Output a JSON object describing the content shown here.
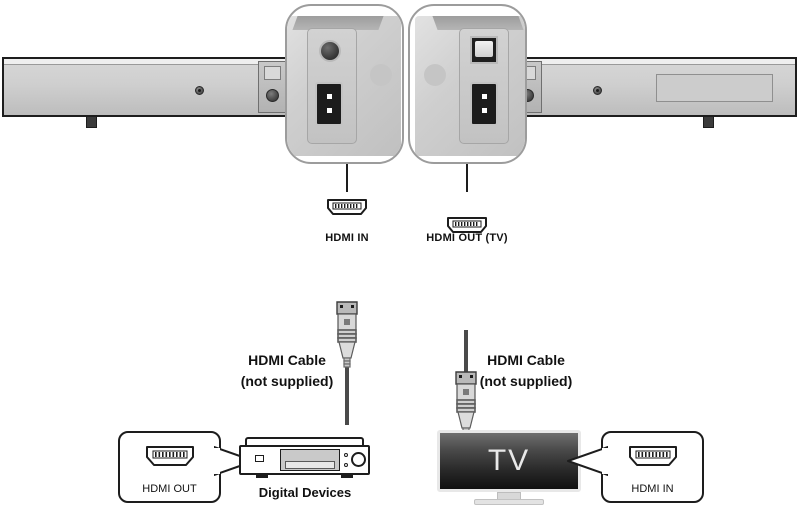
{
  "diagram": {
    "title": "Soundbar HDMI connection diagram",
    "soundbar": {
      "name": "soundbar",
      "magnifier_left": {
        "name": "magnified rear panel left",
        "ports": [
          "aux-jack",
          "hdmi-in"
        ]
      },
      "magnifier_right": {
        "name": "magnified rear panel right",
        "ports": [
          "optical-in",
          "hdmi-out"
        ]
      }
    },
    "ports": [
      {
        "id": "hdmi-in",
        "label": "HDMI IN",
        "icon": "hdmi-port-icon"
      },
      {
        "id": "hdmi-out",
        "label": "HDMI OUT (TV)",
        "icon": "hdmi-port-icon"
      }
    ],
    "cables": [
      {
        "id": "cable-left",
        "line1": "HDMI Cable",
        "line2": "(not supplied)",
        "plug": "hdmi-plug-icon"
      },
      {
        "id": "cable-right",
        "line1": "HDMI Cable",
        "line2": "(not supplied)",
        "plug": "hdmi-plug-icon"
      }
    ],
    "devices": {
      "digital": {
        "caption": "Digital Devices",
        "callout": {
          "label": "HDMI OUT",
          "icon": "hdmi-port-icon"
        }
      },
      "tv": {
        "screen_text": "TV",
        "callout": {
          "label": "HDMI  IN",
          "icon": "hdmi-port-icon"
        }
      }
    }
  },
  "colors": {
    "outline": "#1d1d1d",
    "bar_face": "#cfcfcf",
    "cable": "#4a4a4a",
    "text": "#111111",
    "magnifier_border": "#9c9c9c"
  }
}
